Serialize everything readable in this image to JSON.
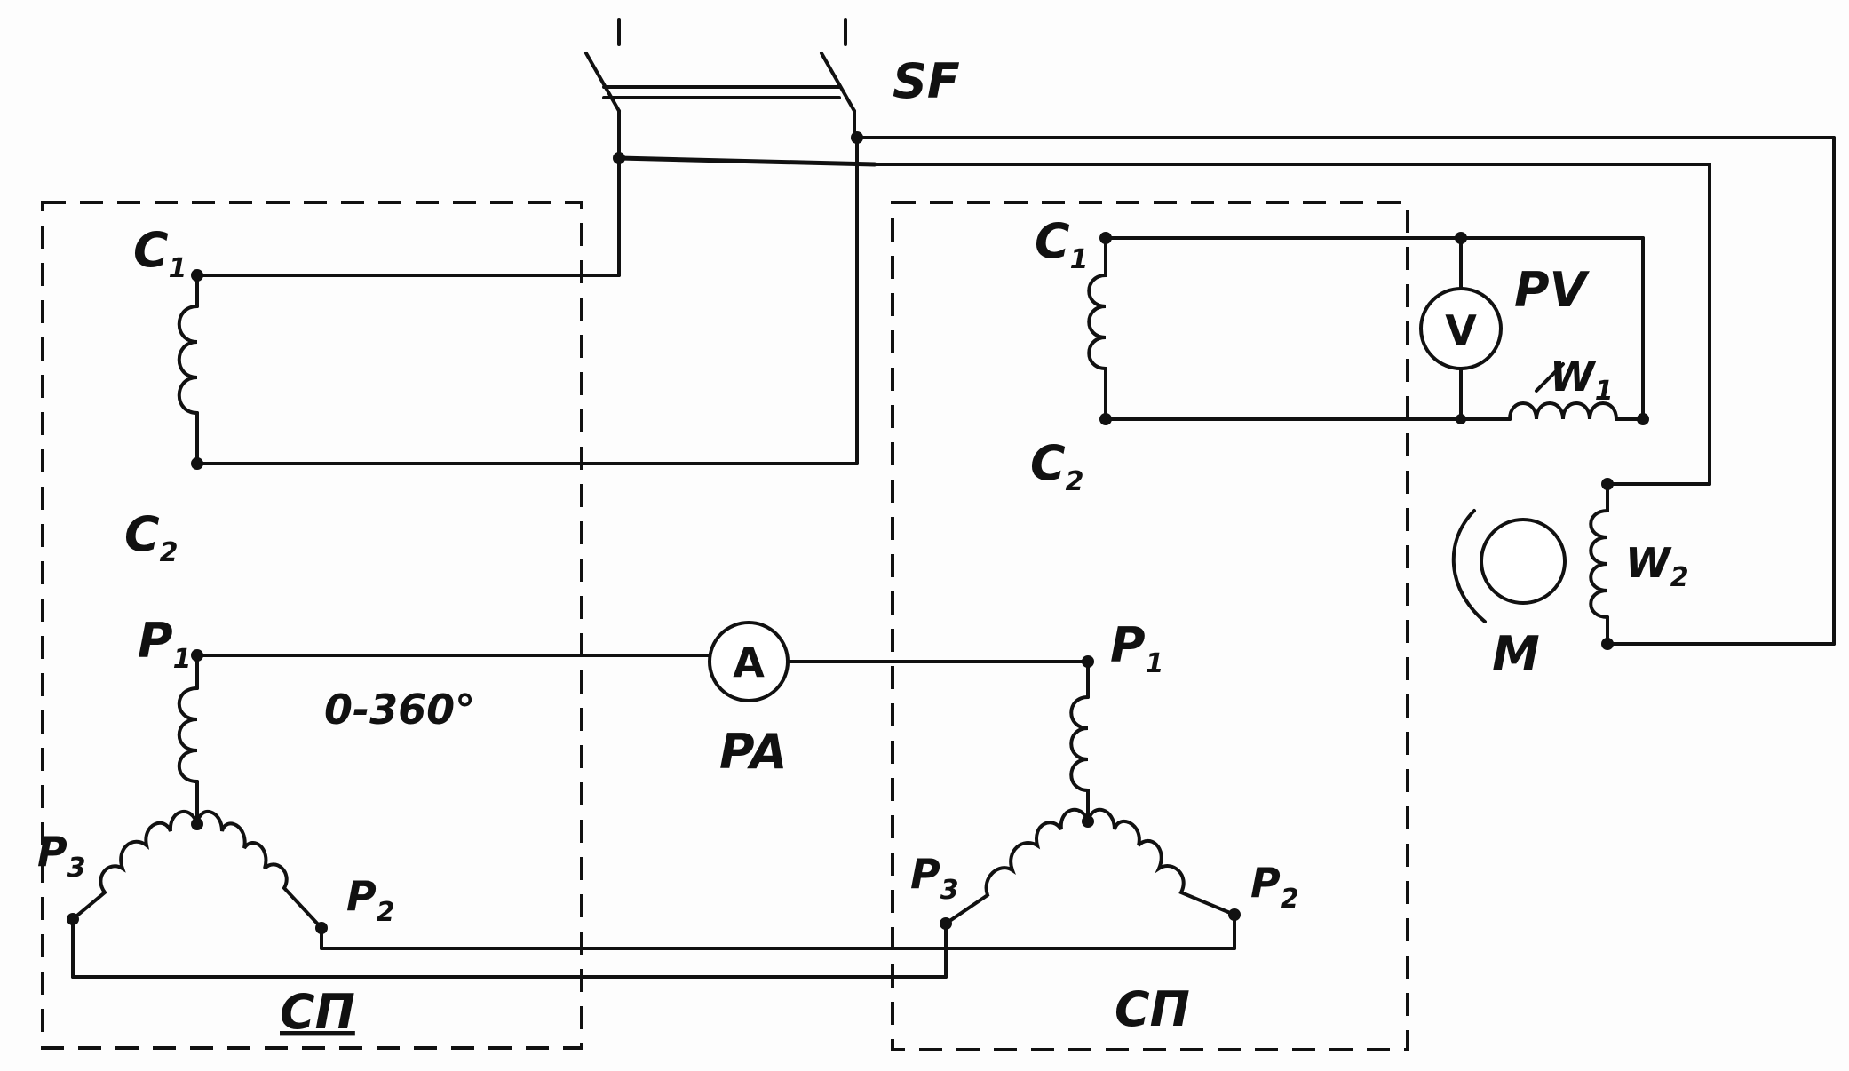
{
  "breaker": {
    "label": "SF"
  },
  "selsyn_transmitter": {
    "label": "СП",
    "stator_top": {
      "letter": "C",
      "index": "1"
    },
    "stator_bottom": {
      "letter": "C",
      "index": "2"
    },
    "rotor_p1": {
      "letter": "P",
      "index": "1"
    },
    "rotor_p2": {
      "letter": "P",
      "index": "2"
    },
    "rotor_p3": {
      "letter": "P",
      "index": "3"
    },
    "angle_range": "0-360°"
  },
  "selsyn_receiver": {
    "label": "СП",
    "stator_top": {
      "letter": "C",
      "index": "1"
    },
    "stator_bottom": {
      "letter": "C",
      "index": "2"
    },
    "rotor_p1": {
      "letter": "P",
      "index": "1"
    },
    "rotor_p2": {
      "letter": "P",
      "index": "2"
    },
    "rotor_p3": {
      "letter": "P",
      "index": "3"
    }
  },
  "ammeter": {
    "symbol": "A",
    "label": "PA"
  },
  "voltmeter": {
    "symbol": "V",
    "label": "PV"
  },
  "motor": {
    "label": "M",
    "winding_w1": {
      "letter": "W",
      "index": "1"
    },
    "winding_w2": {
      "letter": "W",
      "index": "2"
    }
  }
}
